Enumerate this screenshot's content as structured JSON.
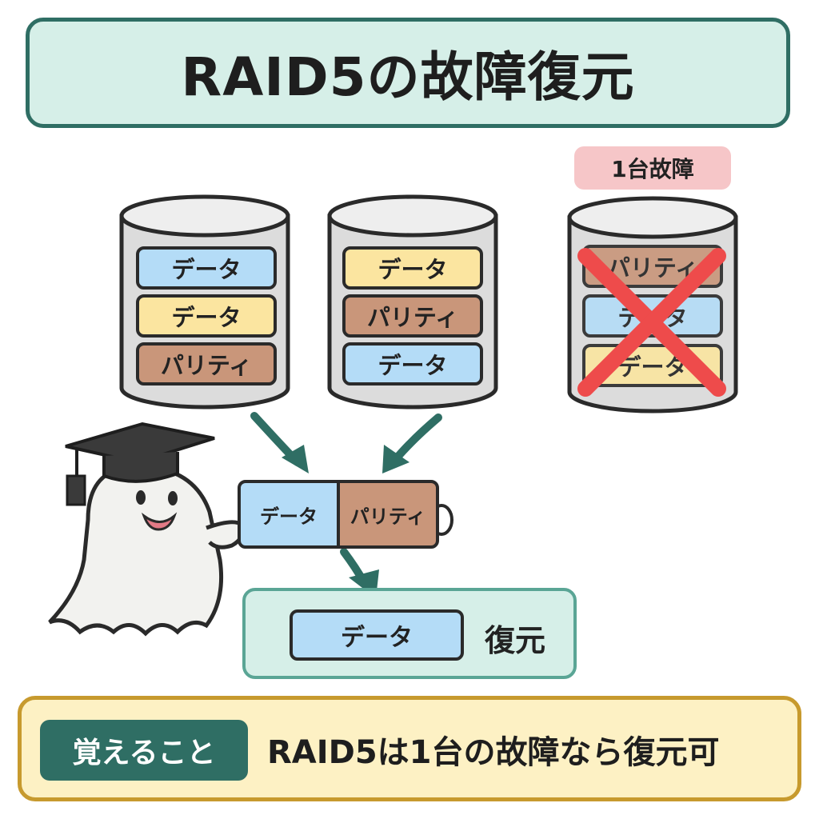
{
  "title": "RAID5の故障復元",
  "failure_badge": "1台故障",
  "disks": [
    {
      "blocks": [
        {
          "label": "データ",
          "kind": "data-blue"
        },
        {
          "label": "データ",
          "kind": "data-yellow"
        },
        {
          "label": "パリティ",
          "kind": "parity"
        }
      ]
    },
    {
      "blocks": [
        {
          "label": "データ",
          "kind": "data-yellow"
        },
        {
          "label": "パリティ",
          "kind": "parity"
        },
        {
          "label": "データ",
          "kind": "data-blue"
        }
      ]
    },
    {
      "failed": true,
      "blocks": [
        {
          "label": "パリティ",
          "kind": "parity"
        },
        {
          "label": "データ",
          "kind": "data-blue"
        },
        {
          "label": "データ",
          "kind": "data-yellow"
        }
      ]
    }
  ],
  "puzzle": {
    "left": "データ",
    "right": "パリティ"
  },
  "restore": {
    "block": "データ",
    "label": "復元"
  },
  "summary": {
    "tag": "覚えること",
    "text": "RAID5は1台の故障なら復元可"
  },
  "colors": {
    "teal": "#2f6e64",
    "data_blue": "#b4dcf7",
    "data_yellow": "#fbe5a0",
    "parity": "#c9967a",
    "cross": "#ee4b4b"
  }
}
